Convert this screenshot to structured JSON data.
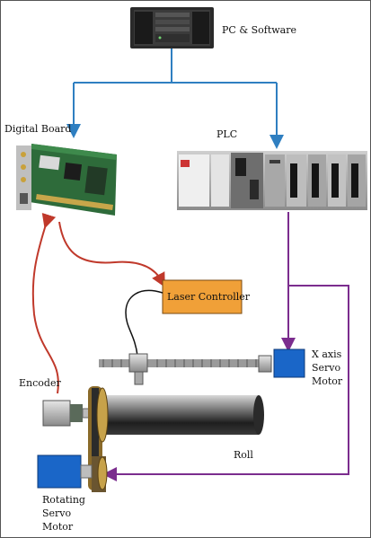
{
  "labels": {
    "pc": "PC & Software",
    "digital_board": "Digital Board",
    "plc": "PLC",
    "laser_controller": "Laser Controller",
    "x_axis_line1": "X axis",
    "x_axis_line2": "Servo",
    "x_axis_line3": "Motor",
    "encoder": "Encoder",
    "roll": "Roll",
    "rot_line1": "Rotating",
    "rot_line2": "Servo",
    "rot_line3": "Motor"
  },
  "colors": {
    "frame": "#555555",
    "blue_link": "#2f7fc1",
    "red_link": "#c0392b",
    "purple_link": "#7b2d8e",
    "laser_box": "#f0a038",
    "motor_blue": "#1a66c8",
    "pcb_green": "#2e6b3a"
  }
}
